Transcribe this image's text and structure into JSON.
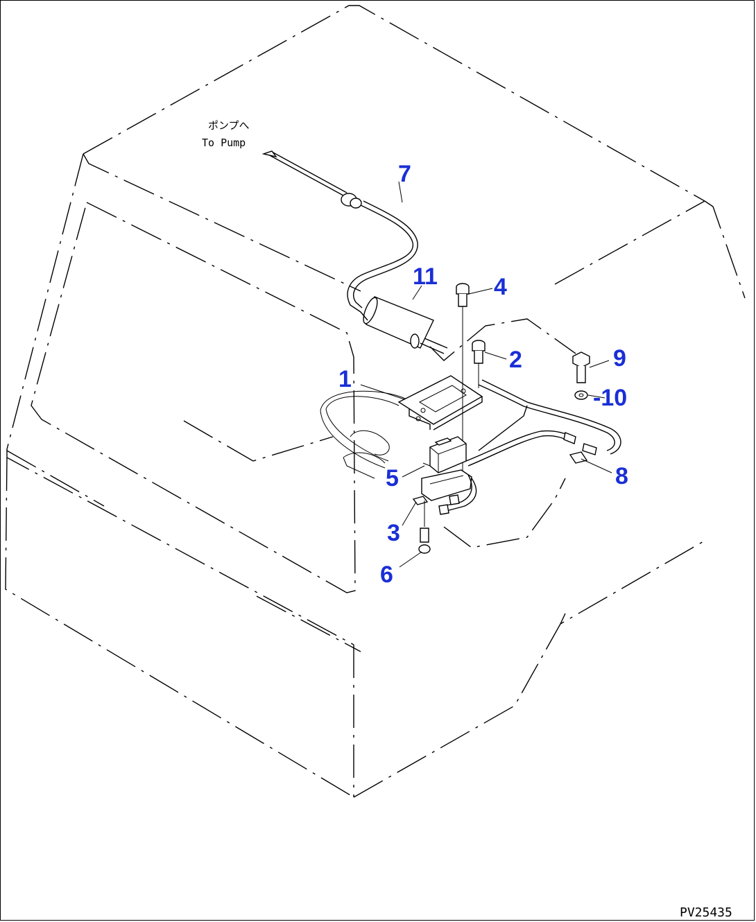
{
  "drawing": {
    "note_japanese": "ポンプへ",
    "note_english": "To Pump",
    "drawing_code": "PV25435"
  },
  "callouts": [
    {
      "id": "1",
      "label": "1"
    },
    {
      "id": "2",
      "label": "2"
    },
    {
      "id": "3",
      "label": "3"
    },
    {
      "id": "4",
      "label": "4"
    },
    {
      "id": "5",
      "label": "5"
    },
    {
      "id": "6",
      "label": "6"
    },
    {
      "id": "7",
      "label": "7"
    },
    {
      "id": "8",
      "label": "8"
    },
    {
      "id": "9",
      "label": "9"
    },
    {
      "id": "10",
      "label": "-10"
    },
    {
      "id": "11",
      "label": "11"
    }
  ],
  "colors": {
    "callout": "#1a2fd6",
    "line": "#000000",
    "background": "#ffffff"
  }
}
